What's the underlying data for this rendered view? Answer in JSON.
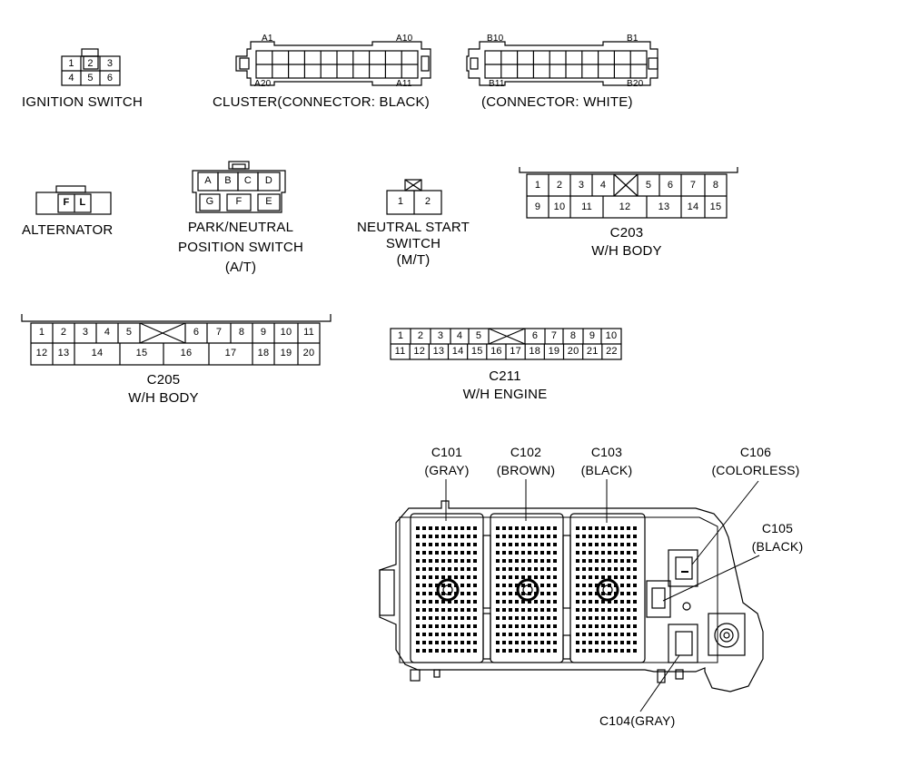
{
  "connectors": {
    "ignition_switch": {
      "label": "IGNITION SWITCH",
      "top_pins": [
        "1",
        "2",
        "3"
      ],
      "bottom_pins": [
        "4",
        "5",
        "6"
      ]
    },
    "cluster": {
      "label": "CLUSTER(CONNECTOR: BLACK)",
      "pin_a1": "A1",
      "pin_a10": "A10",
      "pin_a20": "A20",
      "pin_a11": "A11"
    },
    "cluster_white": {
      "label": "(CONNECTOR: WHITE)",
      "pin_b10": "B10",
      "pin_b1": "B1",
      "pin_b11": "B11",
      "pin_b20": "B20"
    },
    "alternator": {
      "label": "ALTERNATOR",
      "pins": [
        "F",
        "L"
      ]
    },
    "park_neutral": {
      "label_line1": "PARK/NEUTRAL",
      "label_line2": "POSITION SWITCH",
      "label_line3": "(A/T)",
      "top_pins": [
        "A",
        "B",
        "C",
        "D"
      ],
      "bottom_pins": [
        "G",
        "F",
        "E"
      ]
    },
    "neutral_start": {
      "label_line1": "NEUTRAL START",
      "label_line2": "SWITCH",
      "label_line3": "(M/T)",
      "pins": [
        "1",
        "2"
      ]
    },
    "c203": {
      "label_line1": "C203",
      "label_line2": "W/H BODY",
      "top_pins": [
        "1",
        "2",
        "3",
        "4",
        "5",
        "6",
        "7",
        "8"
      ],
      "bottom_pins": [
        "9",
        "10",
        "11",
        "12",
        "13",
        "14",
        "15"
      ]
    },
    "c205": {
      "label_line1": "C205",
      "label_line2": "W/H BODY",
      "top_pins": [
        "1",
        "2",
        "3",
        "4",
        "5",
        "6",
        "7",
        "8",
        "9",
        "10",
        "11"
      ],
      "bottom_pins": [
        "12",
        "13",
        "14",
        "15",
        "16",
        "17",
        "18",
        "19",
        "20"
      ]
    },
    "c211": {
      "label_line1": "C211",
      "label_line2": "W/H ENGINE",
      "top_pins": [
        "1",
        "2",
        "3",
        "4",
        "5",
        "6",
        "7",
        "8",
        "9",
        "10"
      ],
      "bottom_pins": [
        "11",
        "12",
        "13",
        "14",
        "15",
        "16",
        "17",
        "18",
        "19",
        "20",
        "21",
        "22"
      ]
    }
  },
  "ecu": {
    "c101": {
      "line1": "C101",
      "line2": "(GRAY)"
    },
    "c102": {
      "line1": "C102",
      "line2": "(BROWN)"
    },
    "c103": {
      "line1": "C103",
      "line2": "(BLACK)"
    },
    "c106": {
      "line1": "C106",
      "line2": "(COLORLESS)"
    },
    "c105": {
      "line1": "C105",
      "line2": "(BLACK)"
    },
    "c104": {
      "label": "C104(GRAY)"
    }
  }
}
